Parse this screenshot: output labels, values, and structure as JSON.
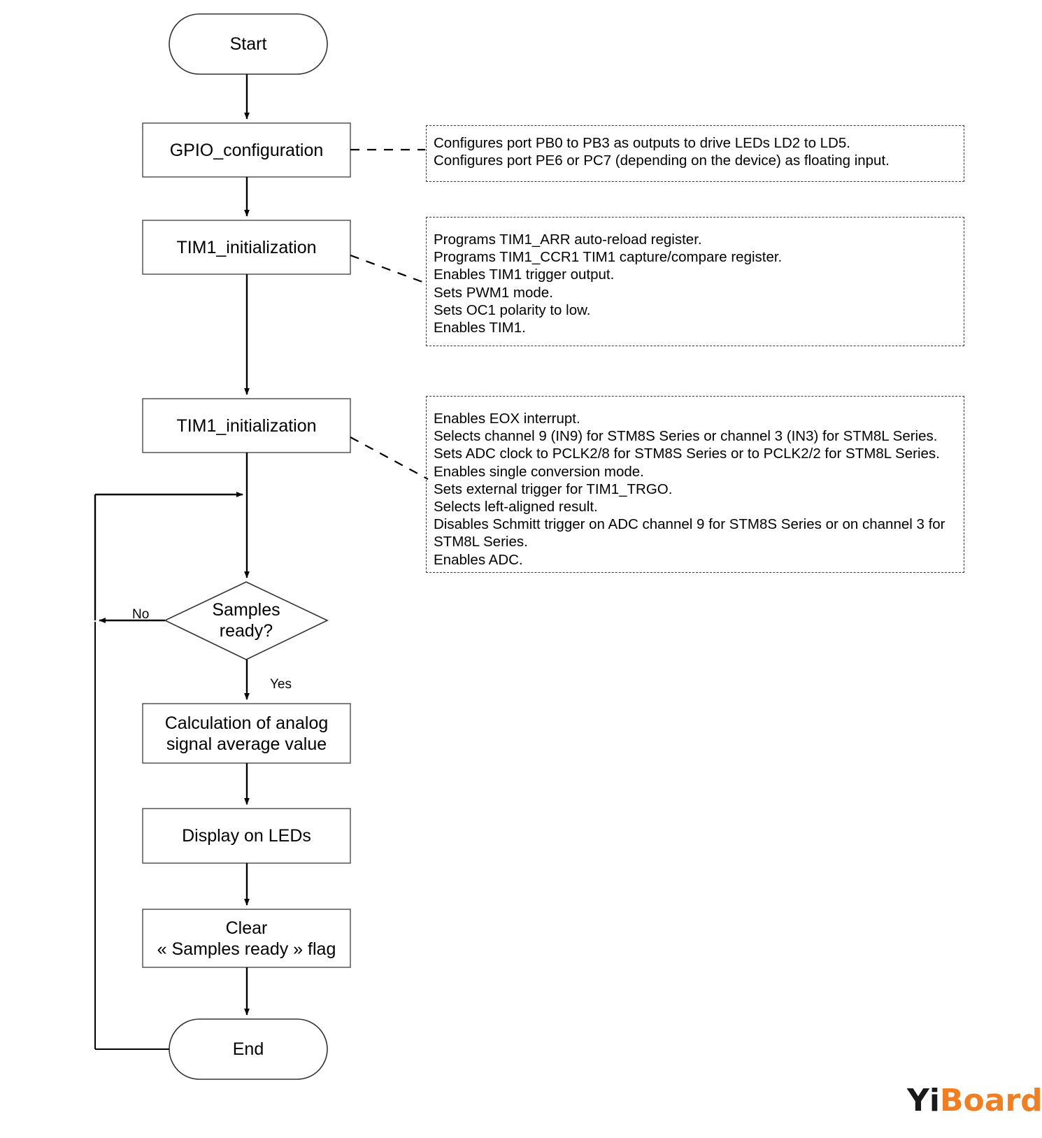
{
  "diagram": {
    "title": "ADC sampling and LED display flowchart",
    "colors": {
      "stroke": "#333333",
      "text": "#000000",
      "background": "#ffffff",
      "note_border": "#3a3a3a",
      "watermark_black": "#1a1a1a",
      "watermark_orange": "#ef7f25"
    },
    "nodes": [
      {
        "id": "start",
        "type": "terminator",
        "label": "Start"
      },
      {
        "id": "gpio",
        "type": "process",
        "label": "GPIO_configuration"
      },
      {
        "id": "tim1a",
        "type": "process",
        "label": "TIM1_initialization"
      },
      {
        "id": "tim1b",
        "type": "process",
        "label": "TIM1_initialization"
      },
      {
        "id": "decision",
        "type": "decision",
        "label": "Samples\nready?"
      },
      {
        "id": "calc",
        "type": "process",
        "label": "Calculation of analog\nsignal average value"
      },
      {
        "id": "display",
        "type": "process",
        "label": "Display on LEDs"
      },
      {
        "id": "clear",
        "type": "process",
        "label": "Clear\n« Samples ready » flag"
      },
      {
        "id": "end",
        "type": "terminator",
        "label": "End"
      }
    ],
    "edge_labels": [
      {
        "id": "no",
        "label": "No"
      },
      {
        "id": "yes",
        "label": "Yes"
      }
    ],
    "notes": [
      {
        "id": "note-gpio",
        "attached_to": "gpio",
        "lines": [
          "Configures port PB0 to PB3 as outputs to drive LEDs LD2 to LD5.",
          "Configures port PE6 or PC7 (depending on the device) as floating input."
        ]
      },
      {
        "id": "note-tim1",
        "attached_to": "tim1a",
        "lines": [
          "Programs TIM1_ARR auto-reload register.",
          "Programs TIM1_CCR1 TIM1 capture/compare register.",
          "Enables TIM1 trigger output.",
          "Sets PWM1 mode.",
          "Sets OC1 polarity to low.",
          "Enables TIM1."
        ]
      },
      {
        "id": "note-adc",
        "attached_to": "tim1b",
        "lines": [
          "Enables EOX interrupt.",
          "Selects channel 9 (IN9) for STM8S Series or channel 3 (IN3) for STM8L Series.",
          "Sets ADC clock to PCLK2/8 for STM8S Series or to PCLK2/2 for STM8L Series.",
          "Enables single conversion mode.",
          "Sets external trigger for TIM1_TRGO.",
          "Selects left-aligned result.",
          "Disables Schmitt trigger on ADC channel 9 for STM8S Series or on channel 3 for",
          "STM8L Series.",
          "Enables ADC."
        ]
      }
    ],
    "watermark": {
      "part1": "Yi",
      "part2": "Board"
    }
  }
}
